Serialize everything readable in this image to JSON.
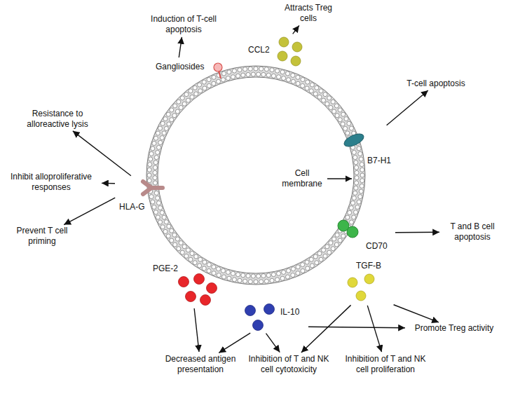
{
  "diagram": {
    "nodes": [
      {
        "text": [
          "Gangliosides"
        ]
      },
      {
        "text": [
          "CCL2"
        ]
      },
      {
        "text": [
          "B7-H1"
        ]
      },
      {
        "text": [
          "CD70"
        ]
      },
      {
        "text": [
          "HLA-G"
        ]
      },
      {
        "text": [
          "PGE-2"
        ]
      },
      {
        "text": [
          "IL-10"
        ]
      },
      {
        "text": [
          "TGF-B"
        ]
      },
      {
        "text": [
          "Induction of T-cell apoptosis"
        ]
      },
      {
        "text": [
          "Attracts Treg cells"
        ]
      },
      {
        "text": [
          "T-cell apoptosis"
        ]
      },
      {
        "text": [
          "T and B cell apoptosis"
        ]
      },
      {
        "text": [
          "Resistance to alloreactive lysis"
        ]
      },
      {
        "text": [
          "Inhibit alloproliferative responses"
        ]
      },
      {
        "text": [
          "Prevent T cell priming"
        ]
      },
      {
        "text": [
          "Decreased antigen presentation"
        ]
      },
      {
        "text": [
          "Inhibition of T and NK cell cytotoxicity"
        ]
      },
      {
        "text": [
          "Inhibition of T and NK cell proliferation"
        ]
      },
      {
        "text": [
          "Promote Treg activity"
        ]
      }
    ],
    "edges": [
      {
        "from": 0,
        "to": 8,
        "arrow": "to"
      },
      {
        "from": 1,
        "to": 9,
        "arrow": "to"
      },
      {
        "from": 2,
        "to": 10,
        "arrow": "to"
      },
      {
        "from": 3,
        "to": 11,
        "arrow": "to"
      },
      {
        "from": 4,
        "to": 12,
        "arrow": "to"
      },
      {
        "from": 4,
        "to": 13,
        "arrow": "to"
      },
      {
        "from": 4,
        "to": 14,
        "arrow": "to"
      },
      {
        "from": 5,
        "to": 15,
        "arrow": "to"
      },
      {
        "from": 6,
        "to": 15,
        "arrow": "to"
      },
      {
        "from": 6,
        "to": 16,
        "arrow": "to"
      },
      {
        "from": 6,
        "to": 18,
        "arrow": "to"
      },
      {
        "from": 7,
        "to": 16,
        "arrow": "to"
      },
      {
        "from": 7,
        "to": 17,
        "arrow": "to"
      },
      {
        "from": 7,
        "to": 18,
        "arrow": "to"
      }
    ],
    "labels": [
      "Cell membrane"
    ]
  }
}
